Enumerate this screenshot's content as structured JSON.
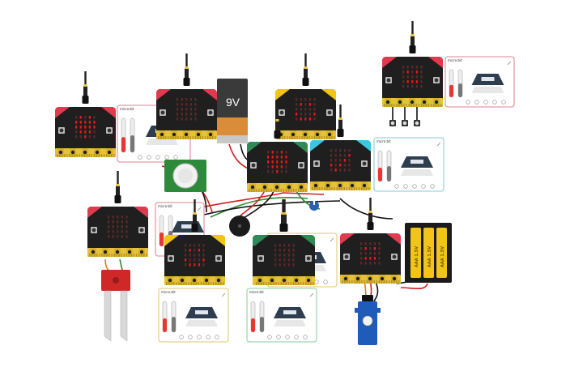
{
  "colors": {
    "board": "#1f1f1f",
    "led_on": "#e81a1a",
    "led_off": "#5a2a2a",
    "gold": "#e5c23a",
    "wire_red": "#d11f1f",
    "wire_black": "#111111",
    "wire_green": "#2e8b2e",
    "wire_orange": "#e07b1a",
    "panel_pink": "#e89aa6",
    "panel_blue": "#9fd3e0",
    "panel_yellow": "#e8d28a",
    "panel_green": "#9fd8b0"
  },
  "labels": {
    "battery_9v": "9V",
    "aaa_cell": "AAA 1.5V"
  },
  "boards": [
    {
      "accent": "#e03a4e",
      "pattern": "heart",
      "panel": {
        "label": "micro:bit",
        "color": "#e89aa6"
      }
    },
    {
      "accent": "#e03a4e",
      "pattern": "blank",
      "panel": null
    },
    {
      "accent": "#f0c419",
      "pattern": "face",
      "panel": null
    },
    {
      "accent": "#e03a4e",
      "pattern": "dots",
      "panel": {
        "label": "micro:bit",
        "color": "#e89aa6"
      }
    },
    {
      "accent": "#2e8b57",
      "pattern": "heart",
      "panel": null
    },
    {
      "accent": "#3ec6e0",
      "pattern": "check",
      "panel": {
        "label": "micro:bit",
        "color": "#9fd3e0"
      }
    },
    {
      "accent": "#e03a4e",
      "pattern": "blank",
      "panel": {
        "label": "micro:bit",
        "color": "#e89aa6"
      }
    },
    {
      "accent": "#f0c419",
      "pattern": "face",
      "panel": {
        "label": "micro:bit",
        "color": "#e8d28a"
      }
    },
    {
      "accent": "#2e8b57",
      "pattern": "blank",
      "panel": {
        "label": "micro:bit",
        "color": "#e8d28a"
      }
    },
    {
      "accent": "#e03a4e",
      "pattern": "dots",
      "panel": null
    },
    {
      "accent": "#2e8b57",
      "pattern": "blank",
      "panel": {
        "label": "micro:bit",
        "color": "#9fd8b0"
      }
    }
  ]
}
